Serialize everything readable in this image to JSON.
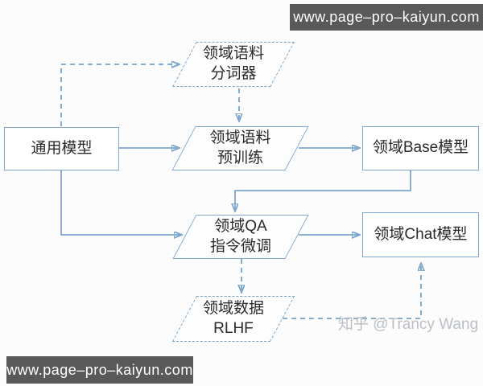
{
  "site_bars": {
    "top": "www.page–pro–kaiyun.com",
    "bottom": "www.page–pro–kaiyun.com"
  },
  "author_watermark": "知乎 @Trancy Wang",
  "colors": {
    "bar_background": "#595959",
    "bar_text": "#ffffff",
    "solid_border": "#7ea6d0",
    "dashed_border": "#74a2c8",
    "connector_line": "#7da6cf",
    "arrowhead": "#4f94d8",
    "node_text": "#2a2a2a",
    "watermark_text": "#bcc0c4",
    "background": "#fcfcfc"
  },
  "nodes": {
    "general_model": {
      "label": "通用模型",
      "shape": "rectangle",
      "border": "solid"
    },
    "domain_tokenizer": {
      "line1": "领域语料",
      "line2": "分词器",
      "shape": "parallelogram",
      "border": "dashed"
    },
    "domain_pretrain": {
      "line1": "领域语料",
      "line2": "预训练",
      "shape": "parallelogram",
      "border": "solid"
    },
    "domain_base": {
      "label": "领域Base模型",
      "shape": "rectangle",
      "border": "solid"
    },
    "domain_qa": {
      "line1": "领域QA",
      "line2": "指令微调",
      "shape": "parallelogram",
      "border": "solid"
    },
    "domain_chat": {
      "label": "领域Chat模型",
      "shape": "rectangle",
      "border": "solid"
    },
    "domain_rlhf": {
      "line1": "领域数据",
      "line2": "RLHF",
      "shape": "parallelogram",
      "border": "dashed"
    }
  },
  "edges": [
    {
      "from": "general_model",
      "to": "domain_tokenizer",
      "style": "dashed"
    },
    {
      "from": "domain_tokenizer",
      "to": "domain_pretrain",
      "style": "dashed"
    },
    {
      "from": "general_model",
      "to": "domain_pretrain",
      "style": "solid"
    },
    {
      "from": "domain_pretrain",
      "to": "domain_base",
      "style": "solid"
    },
    {
      "from": "domain_base",
      "to": "domain_qa",
      "style": "solid"
    },
    {
      "from": "general_model",
      "to": "domain_qa",
      "style": "solid"
    },
    {
      "from": "domain_qa",
      "to": "domain_chat",
      "style": "solid"
    },
    {
      "from": "domain_qa",
      "to": "domain_rlhf",
      "style": "dashed"
    },
    {
      "from": "domain_rlhf",
      "to": "domain_chat",
      "style": "dashed"
    }
  ]
}
